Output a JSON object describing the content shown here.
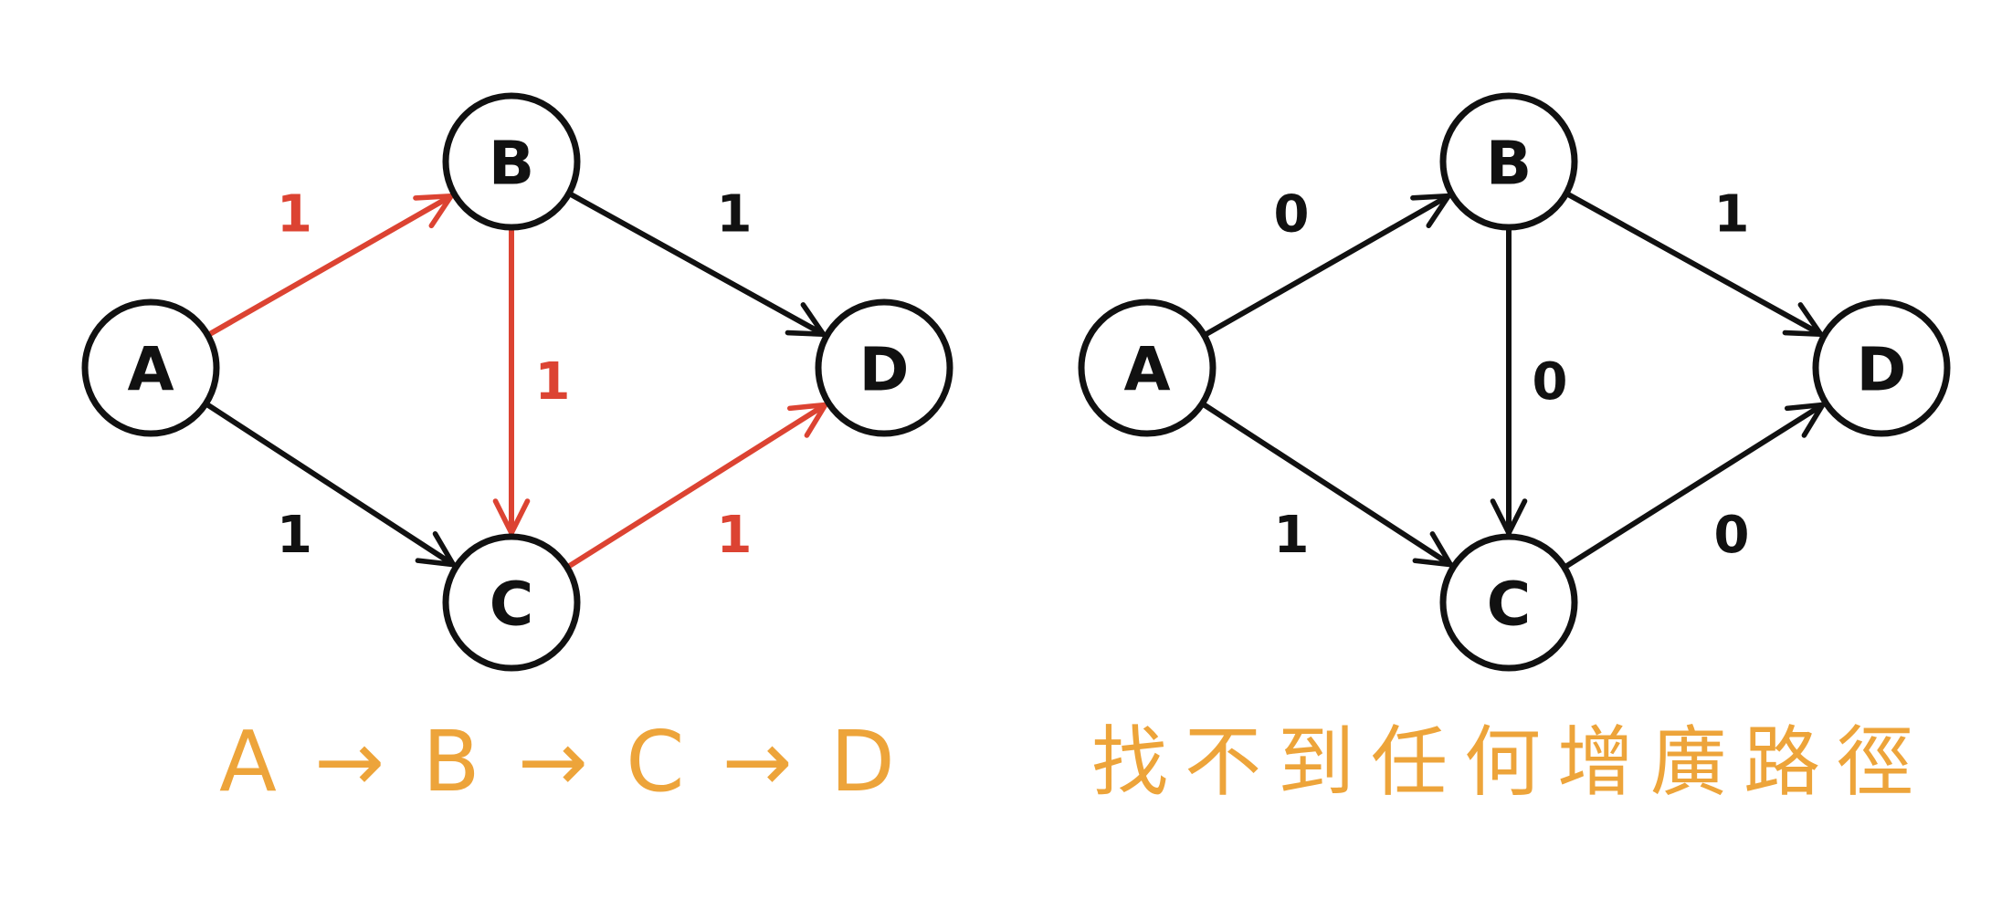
{
  "colors": {
    "ink": "#111111",
    "path_red": "#dc4332",
    "caption_orange": "#eda43a",
    "background": "#ffffff"
  },
  "graphs": [
    {
      "id": "left",
      "nodes": [
        {
          "id": "A",
          "label": "A"
        },
        {
          "id": "B",
          "label": "B"
        },
        {
          "id": "C",
          "label": "C"
        },
        {
          "id": "D",
          "label": "D"
        }
      ],
      "edges": [
        {
          "from": "A",
          "to": "B",
          "label": "1",
          "highlight": true
        },
        {
          "from": "A",
          "to": "C",
          "label": "1",
          "highlight": false
        },
        {
          "from": "B",
          "to": "C",
          "label": "1",
          "highlight": true
        },
        {
          "from": "B",
          "to": "D",
          "label": "1",
          "highlight": false
        },
        {
          "from": "C",
          "to": "D",
          "label": "1",
          "highlight": true
        }
      ],
      "caption": "A → B → C → D"
    },
    {
      "id": "right",
      "nodes": [
        {
          "id": "A",
          "label": "A"
        },
        {
          "id": "B",
          "label": "B"
        },
        {
          "id": "C",
          "label": "C"
        },
        {
          "id": "D",
          "label": "D"
        }
      ],
      "edges": [
        {
          "from": "A",
          "to": "B",
          "label": "0",
          "highlight": false
        },
        {
          "from": "A",
          "to": "C",
          "label": "1",
          "highlight": false
        },
        {
          "from": "B",
          "to": "C",
          "label": "0",
          "highlight": false
        },
        {
          "from": "B",
          "to": "D",
          "label": "1",
          "highlight": false
        },
        {
          "from": "C",
          "to": "D",
          "label": "0",
          "highlight": false
        }
      ],
      "caption": "找不到任何增廣路徑"
    }
  ]
}
